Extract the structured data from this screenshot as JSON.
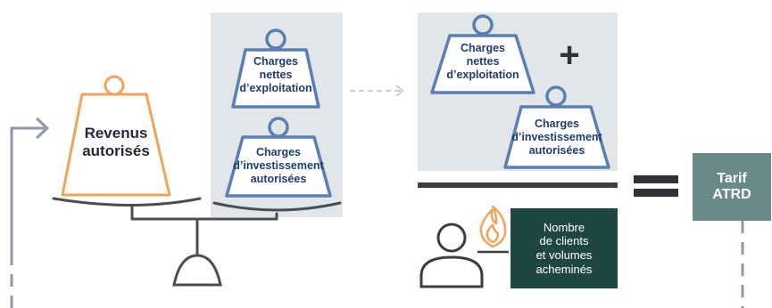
{
  "revenue_weight": {
    "lines": [
      "Revenus",
      "autorisés"
    ]
  },
  "left_panel": {
    "top_weight": {
      "lines": [
        "Charges",
        "nettes",
        "d’exploitation"
      ]
    },
    "bottom_weight": {
      "lines": [
        "Charges",
        "d’investissement",
        "autorisées"
      ]
    }
  },
  "right_panel": {
    "weight_one": {
      "lines": [
        "Charges",
        "nettes",
        "d’exploitation"
      ]
    },
    "plus_symbol": "+",
    "weight_two": {
      "lines": [
        "Charges",
        "d’investissement",
        "autorisées"
      ]
    }
  },
  "denominator": {
    "lines": [
      "Nombre",
      "de clients",
      "et volumes",
      "acheminés"
    ]
  },
  "equals_symbol": "=",
  "result": {
    "lines": [
      "Tarif",
      "ATRD"
    ]
  },
  "colors": {
    "orange": "#f0a35a",
    "navy": "#1f3d6b",
    "weight_blue": "#5a7fb3",
    "panel_gray": "#e2e6e9",
    "scale_gray": "#4a4d52",
    "dark_teal": "#1e4744",
    "tarif_gray": "#6a8a8a",
    "arrow_gray": "#8c99a4"
  },
  "icons": [
    "person-icon",
    "flame-icon",
    "arrow-right-icon",
    "balance-scale-icon"
  ]
}
